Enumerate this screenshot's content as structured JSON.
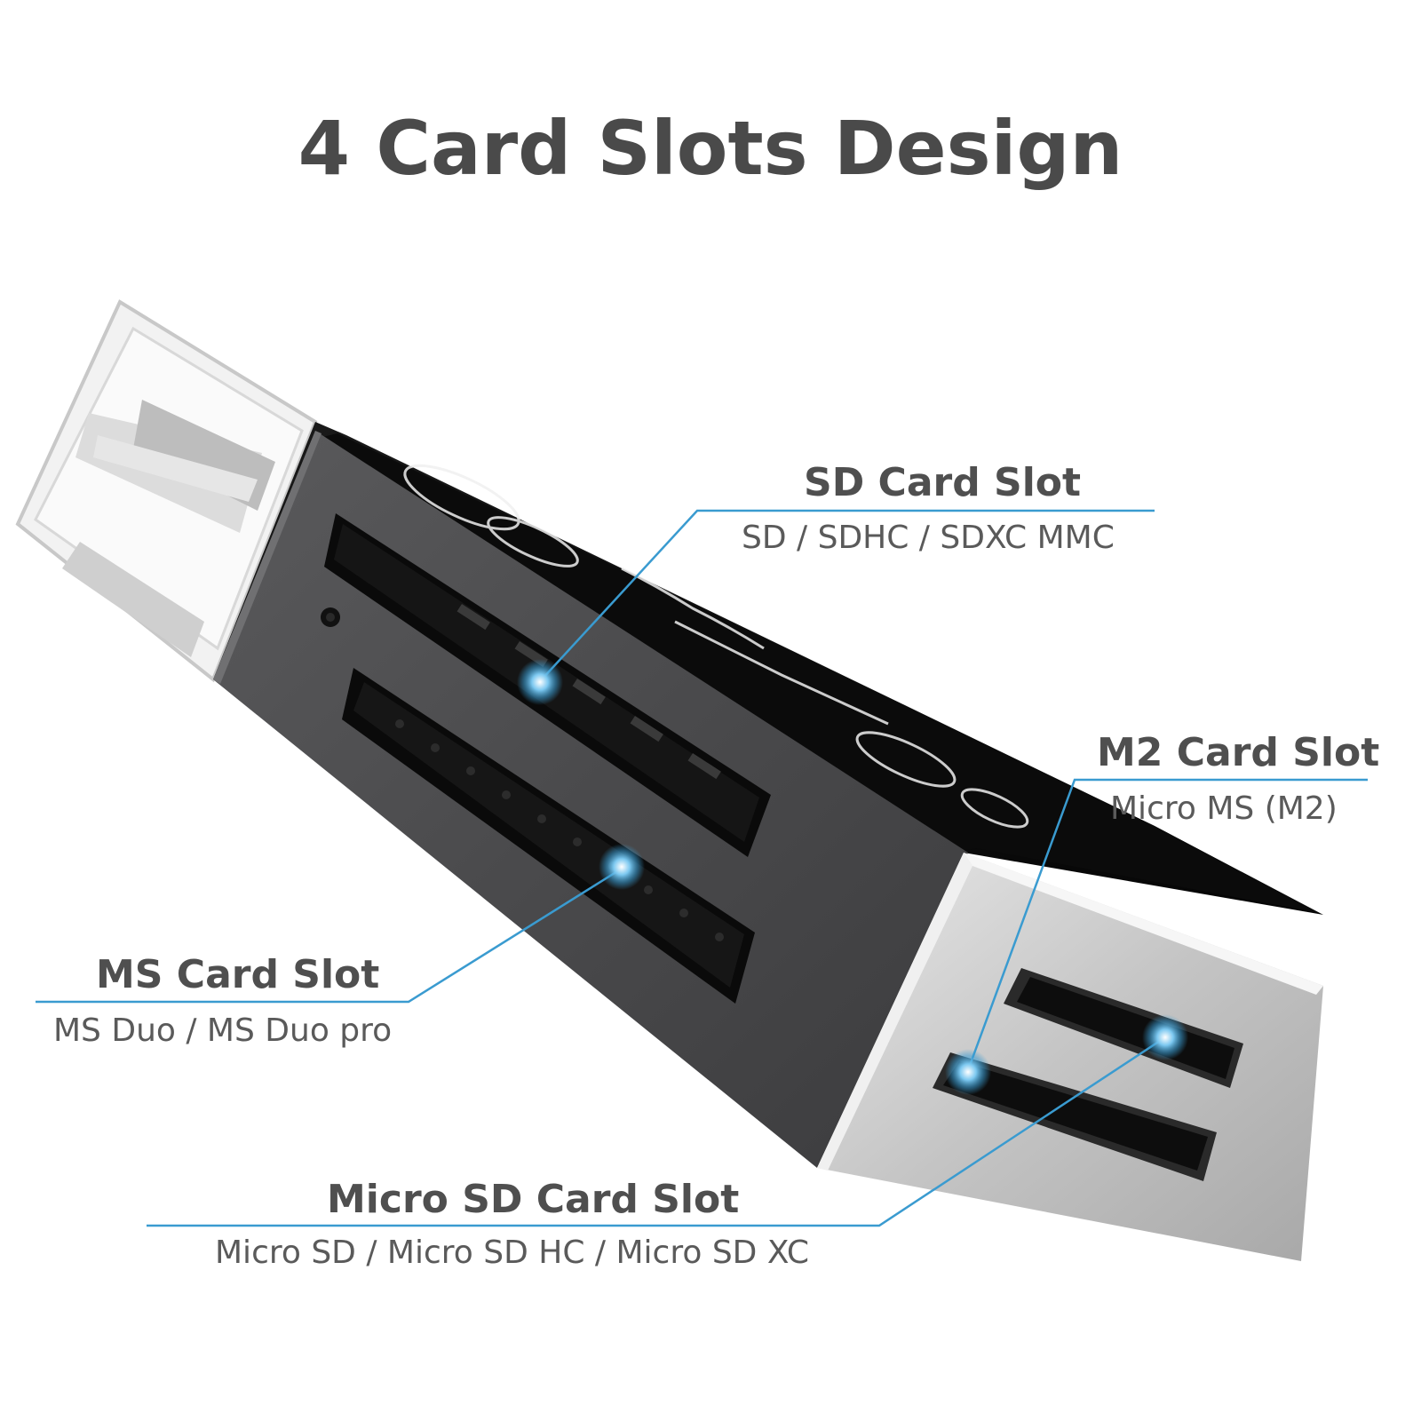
{
  "title": "4 Card Slots Design",
  "accent_color": "#3a9bd0",
  "callouts": {
    "sd": {
      "title": "SD Card Slot",
      "subtitle": "SD / SDHC / SDXC MMC"
    },
    "m2": {
      "title": "M2 Card Slot",
      "subtitle": "Micro MS  (M2)"
    },
    "ms": {
      "title": "MS Card Slot",
      "subtitle": "MS Duo / MS Duo pro"
    },
    "microsd": {
      "title": "Micro SD Card Slot",
      "subtitle": "Micro SD / Micro SD HC / Micro SD XC"
    }
  }
}
